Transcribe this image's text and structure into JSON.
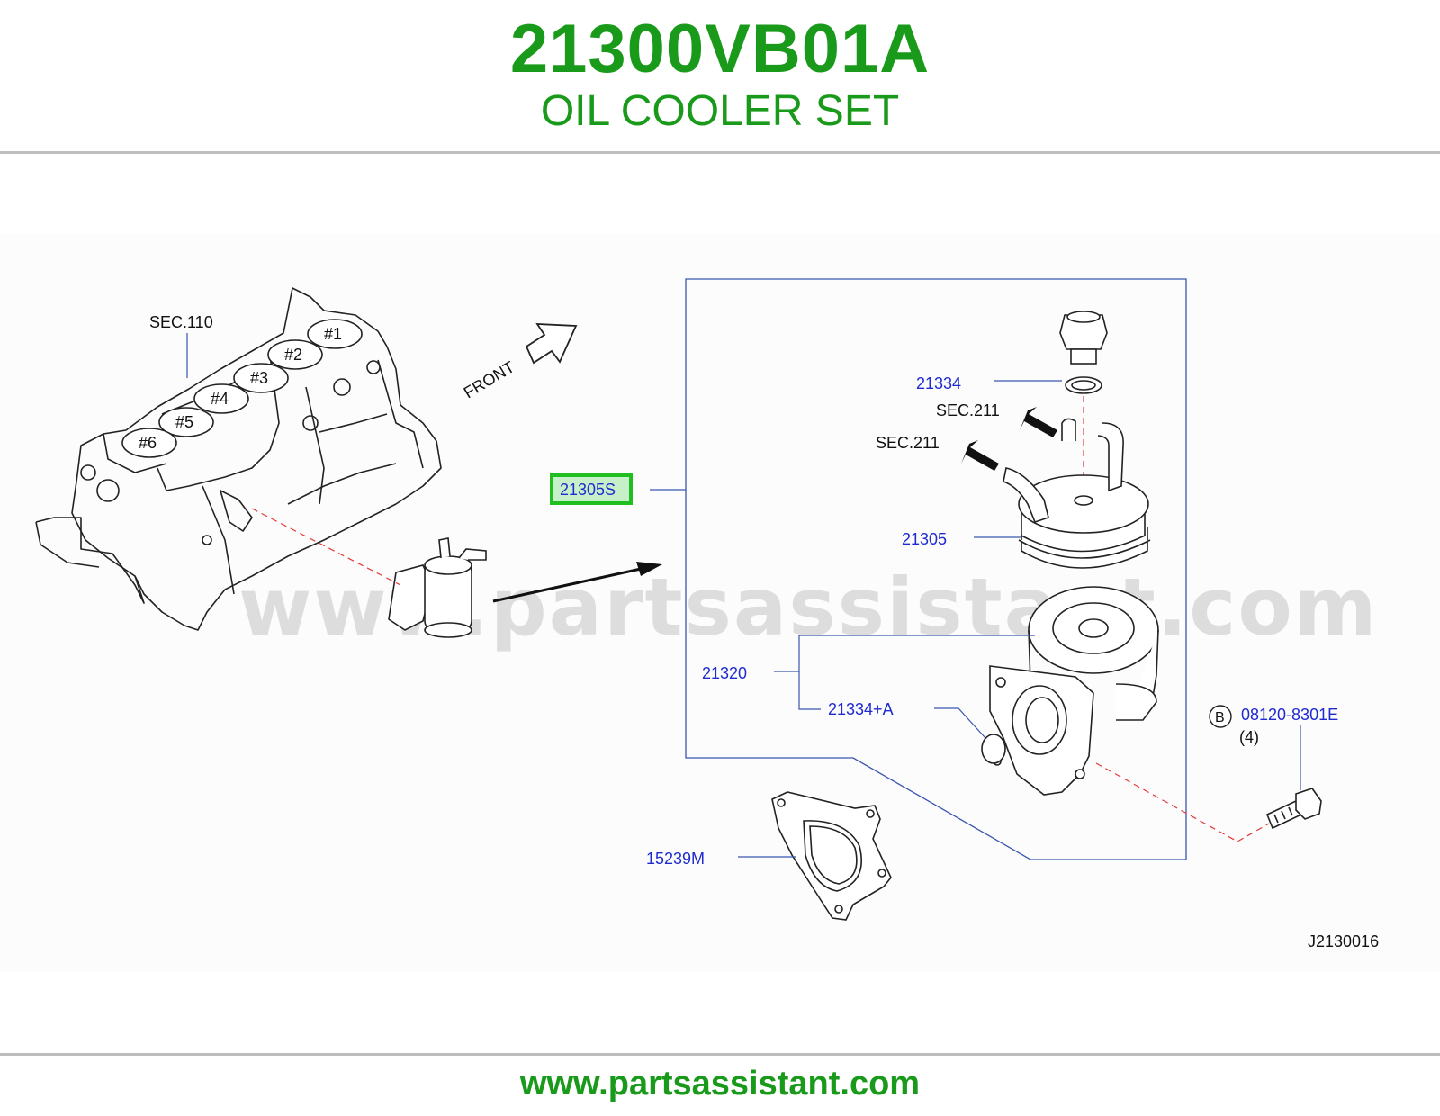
{
  "header": {
    "part_number": "21300VB01A",
    "part_name": "OIL COOLER SET"
  },
  "diagram": {
    "watermark": "www.partsassistant.com",
    "figure_id": "J2130016",
    "front_label": "FRONT",
    "engine_section": "SEC.110",
    "cylinders": [
      "#1",
      "#2",
      "#3",
      "#4",
      "#5",
      "#6"
    ],
    "labels": {
      "highlighted_part": "21305S",
      "p21334": "21334",
      "sec211_upper": "SEC.211",
      "sec211_lower": "SEC.211",
      "p21305": "21305",
      "p21320": "21320",
      "p21334a": "21334+A",
      "p15239m": "15239M",
      "bolt_marker": "B",
      "bolt_part": "08120-8301E",
      "bolt_qty": "(4)"
    },
    "colors": {
      "highlight_box": "#1fbf1f",
      "highlight_fill": "#c8f0c8",
      "callout_text": "#1f2bd0",
      "callout_line": "#3a55b0",
      "dashed_line": "#e23a3a"
    }
  },
  "footer": {
    "url": "www.partsassistant.com"
  }
}
